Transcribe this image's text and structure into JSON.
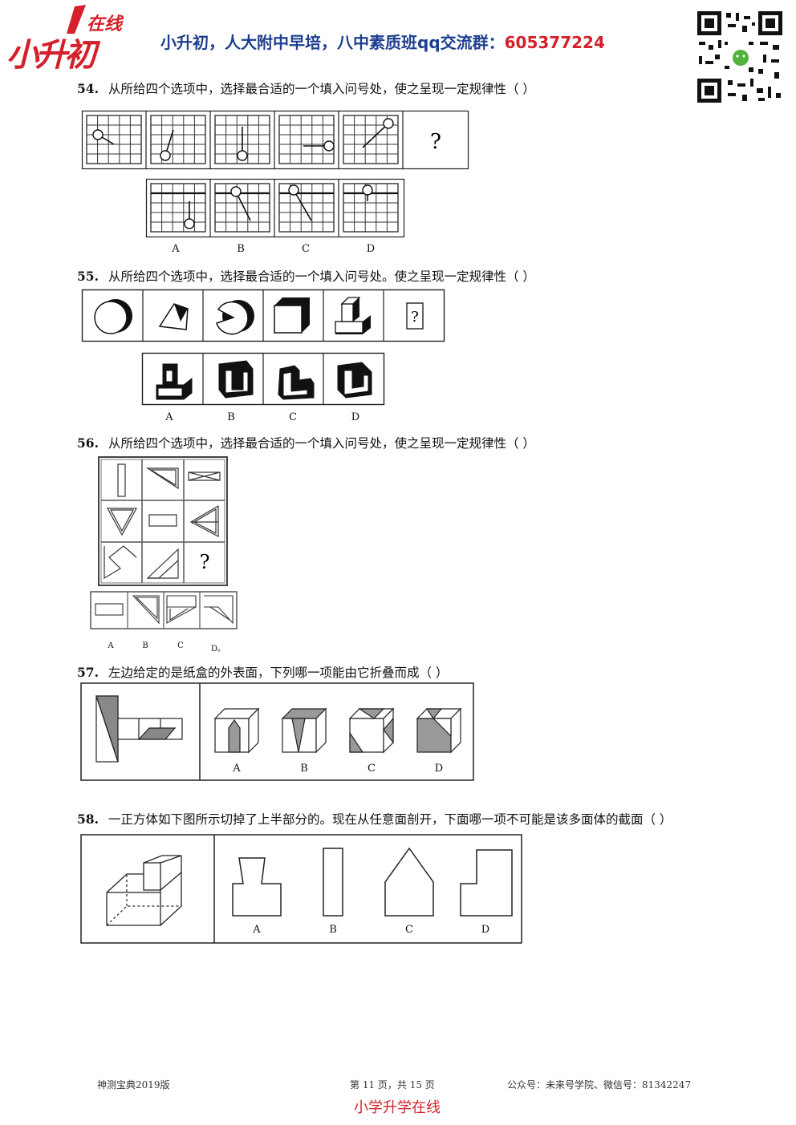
{
  "header": {
    "logo_small": "在线",
    "logo_big": "小升初",
    "title": "小升初，人大附中早培，八中素质班qq交流群：",
    "qq_number": "605377224",
    "qr_icon": "qr-code-icon"
  },
  "questions": [
    {
      "num": "54.",
      "text": "从所给四个选项中，选择最合适的一个填入问号处，使之呈现一定规律性（   ）",
      "mark": "?",
      "options": [
        "A",
        "B",
        "C",
        "D"
      ]
    },
    {
      "num": "55.",
      "text": "从所给四个选项中，选择最合适的一个填入问号处。使之呈现一定规律性（   ）",
      "mark": "?",
      "options": [
        "A",
        "B",
        "C",
        "D"
      ]
    },
    {
      "num": "56.",
      "text": "从所给四个选项中，选择最合适的一个填入问号处，使之呈现一定规律性（   ）",
      "mark": "?",
      "options": [
        "A",
        "B",
        "C",
        "D。"
      ]
    },
    {
      "num": "57.",
      "text": "左边给定的是纸盒的外表面，下列哪一项能由它折叠而成（   ）",
      "options": [
        "A",
        "B",
        "C",
        "D"
      ]
    },
    {
      "num": "58.",
      "text": "一正方体如下图所示切掉了上半部分的。现在从任意面剖开，下面哪一项不可能是该多面体的截面（   ）",
      "options": [
        "A",
        "B",
        "C",
        "D"
      ]
    }
  ],
  "footer": {
    "left": "神测宝典2019版",
    "center": "第 11 页，共 15 页",
    "right": "公众号：未来号学院、微信号：81342247",
    "brand": "小学升学在线"
  }
}
